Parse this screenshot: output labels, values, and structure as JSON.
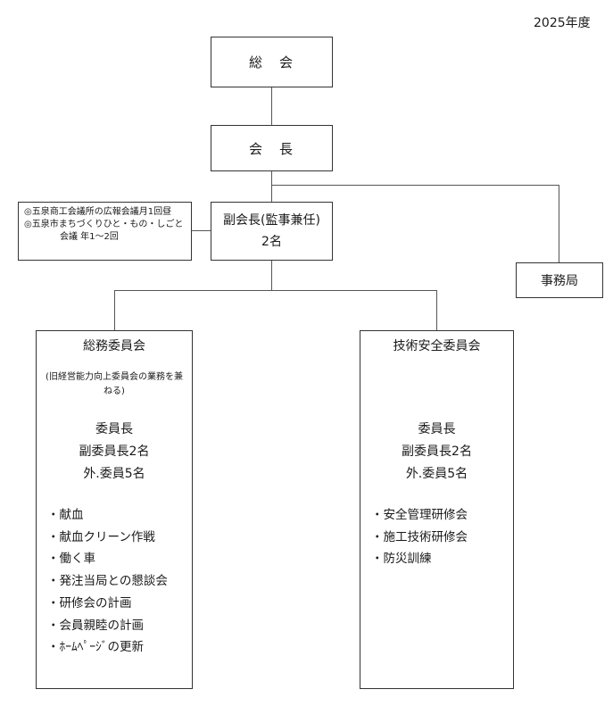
{
  "year": "2025年度",
  "general_assembly": "総　会",
  "chairman": "会　長",
  "vice_chairman": {
    "title": "副会長(監事兼任)",
    "count": "2名"
  },
  "note": {
    "line1": "◎五泉商工会議所の広報会議月1回昼",
    "line2": "◎五泉市まちづくりひと・もの・しごと",
    "line3": "会議 年1～2回"
  },
  "secretariat": "事務局",
  "committees": [
    {
      "name": "総務委員会",
      "subtitle": "(旧経営能力向上委員会の業務を兼ねる)",
      "roles": [
        "委員長",
        "副委員長2名",
        "外.委員5名"
      ],
      "tasks": [
        "・献血",
        "・献血クリーン作戦",
        "・働く車",
        "・発注当局との懇談会",
        "・研修会の計画",
        "・会員親睦の計画",
        "・ﾎｰﾑﾍﾟｰｼﾞの更新"
      ]
    },
    {
      "name": "技術安全委員会",
      "roles": [
        "委員長",
        "副委員長2名",
        "外.委員5名"
      ],
      "tasks": [
        "・安全管理研修会",
        "・施工技術研修会",
        "・防災訓練"
      ]
    }
  ]
}
